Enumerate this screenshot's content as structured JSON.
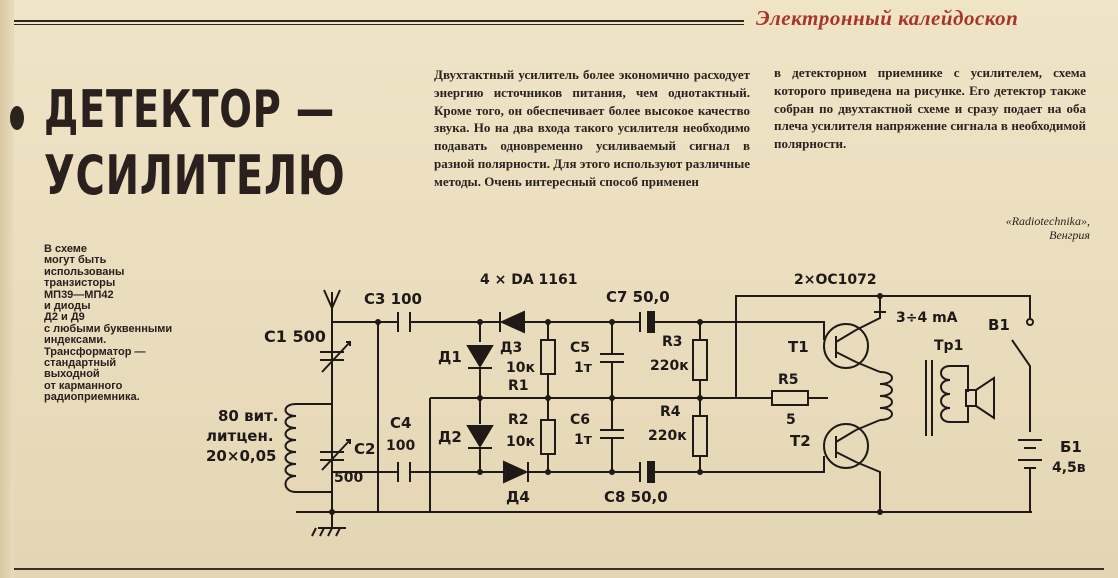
{
  "header": {
    "section_title": "Электронный калейдоскоп"
  },
  "article": {
    "title_line1": "ДЕТЕКТОР —",
    "title_line2": "УСИЛИТЕЛЮ",
    "caption": "В схеме\nмогут быть\nиспользованы\nтранзисторы\nМП39—МП42\nи диоды\nД2 и Д9\nс любыми буквенными\nиндексами.\nТрансформатор —\nстандартный\nвыходной\nот карманного\nрадиоприемника.",
    "column1": "Двухтактный усилитель более экономично расходует энергию источников питания, чем однотактный. Кроме того, он обеспечивает более высокое качество звука. Но на два входа такого усилителя необходимо подавать одновременно усиливаемый сигнал в разной полярности. Для этого используют различные методы. Очень интересный способ применен",
    "column2": "в детекторном приемнике с усилителем, схема которого приведена на рисунке. Его детектор также собран по двухтактной схеме и сразу подает на оба плеча усилителя напряжение сигнала в необходимой полярности.",
    "source_line1": "«Radiotechnika»,",
    "source_line2": "Венгрия"
  },
  "schematic": {
    "c1": "С1 500",
    "c2": "С2",
    "c2_value": "500",
    "coil_line1": "80 вит.",
    "coil_line2": "литцен.",
    "coil_line3": "20×0,05",
    "c3": "С3 100",
    "c4": "С4",
    "c4_value": "100",
    "diodes_title": "4 × DA 1161",
    "d1": "Д1",
    "d2": "Д2",
    "d3": "Д3",
    "d4": "Д4",
    "r1_value": "10к",
    "r1": "R1",
    "r2": "R2",
    "r2_value": "10к",
    "c5": "С5",
    "c5_value": "1т",
    "c6": "С6",
    "c6_value": "1т",
    "c7": "С7 50,0",
    "c8": "С8 50,0",
    "r3": "R3",
    "r3_value": "220к",
    "r4": "R4",
    "r4_value": "220к",
    "transistors_title": "2×ОС1072",
    "t1": "Т1",
    "t2": "Т2",
    "r5": "R5",
    "r5_value": "5",
    "current": "3÷4 mA",
    "tr1": "Тр1",
    "b1": "В1",
    "battery": "Б1",
    "battery_value": "4,5в"
  }
}
